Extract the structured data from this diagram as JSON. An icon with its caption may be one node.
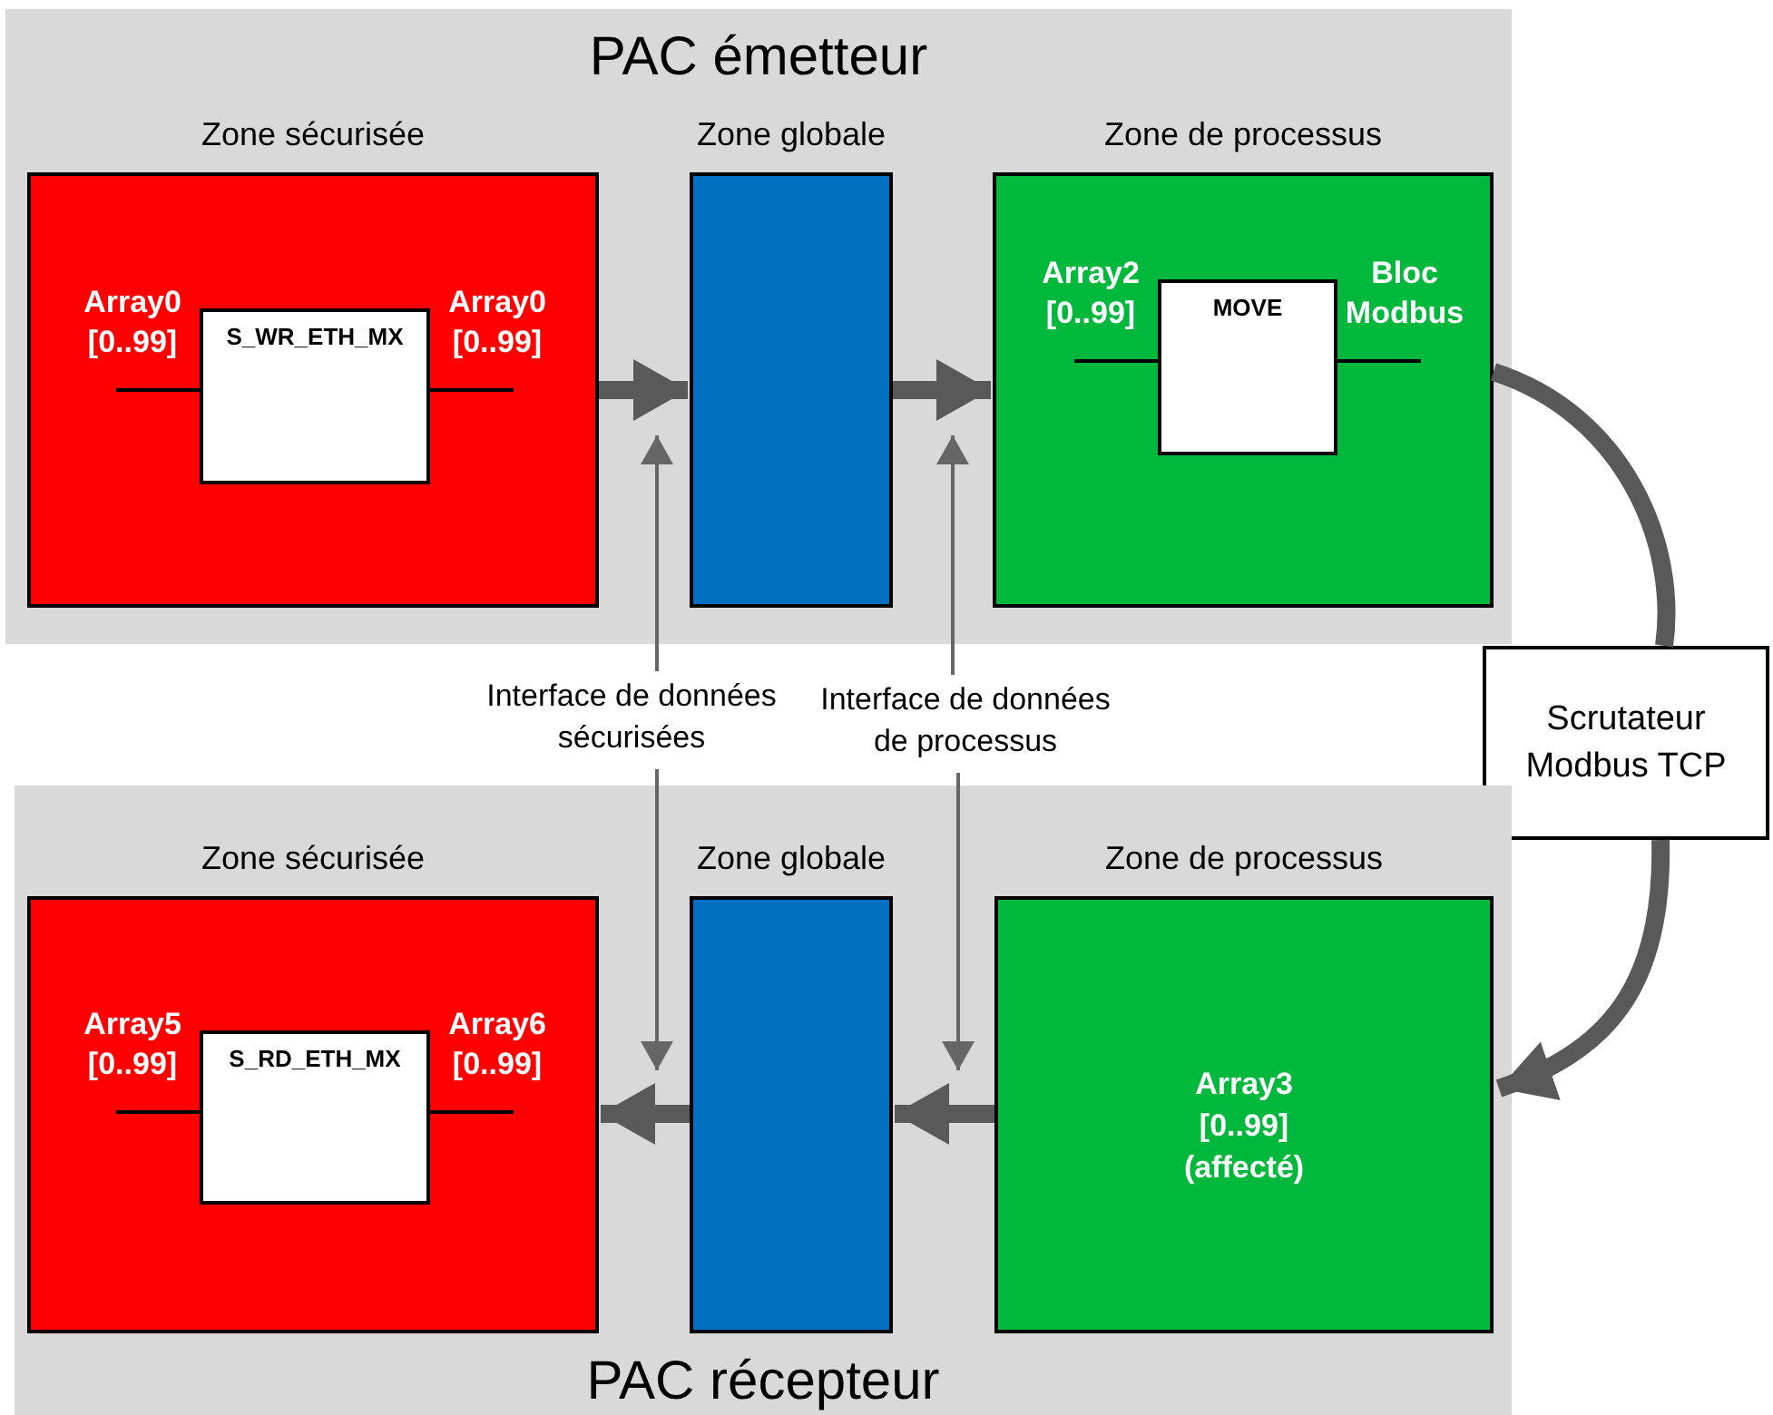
{
  "diagram": {
    "nodes": [
      {
        "text": [
          "PAC émetteur"
        ]
      },
      {
        "text": [
          "Zone sécurisée"
        ],
        "in": 0
      },
      {
        "text": [
          "S_WR_ETH_MX"
        ],
        "in": 1,
        "beside": [
          "Array0 [0..99]",
          "Array0 [0..99]"
        ]
      },
      {
        "text": [
          "Zone globale"
        ],
        "in": 0
      },
      {
        "text": [
          "Zone de processus"
        ],
        "in": 0
      },
      {
        "text": [
          "MOVE"
        ],
        "in": 4,
        "beside": [
          "Array2 [0..99]",
          "Bloc Modbus"
        ]
      },
      {
        "text": [
          "Scrutateur Modbus TCP"
        ]
      },
      {
        "text": [
          "PAC récepteur"
        ]
      },
      {
        "text": [
          "Zone sécurisée"
        ],
        "in": 7
      },
      {
        "text": [
          "S_RD_ETH_MX"
        ],
        "in": 8,
        "beside": [
          "Array5 [0..99]",
          "Array6 [0..99]"
        ]
      },
      {
        "text": [
          "Zone globale"
        ],
        "in": 7
      },
      {
        "text": [
          "Zone de processus",
          "Array3 [0..99] (affecté)"
        ],
        "in": 7
      },
      {
        "text": [
          "Interface de données sécurisées"
        ]
      },
      {
        "text": [
          "Interface de données de processus"
        ]
      }
    ],
    "edges": [
      {
        "from": 1,
        "to": 3,
        "arrow": "to"
      },
      {
        "from": 3,
        "to": 4,
        "arrow": "to"
      },
      {
        "from": 4,
        "to": 6,
        "arrow": "none"
      },
      {
        "from": 6,
        "to": 11,
        "arrow": "to"
      },
      {
        "from": 11,
        "to": 10,
        "arrow": "to"
      },
      {
        "from": 10,
        "to": 8,
        "arrow": "to"
      },
      {
        "from": 12,
        "to": 3,
        "arrow": "to"
      },
      {
        "from": 12,
        "to": 10,
        "arrow": "to"
      },
      {
        "from": 13,
        "to": 4,
        "arrow": "to"
      },
      {
        "from": 13,
        "to": 11,
        "arrow": "to"
      }
    ]
  }
}
